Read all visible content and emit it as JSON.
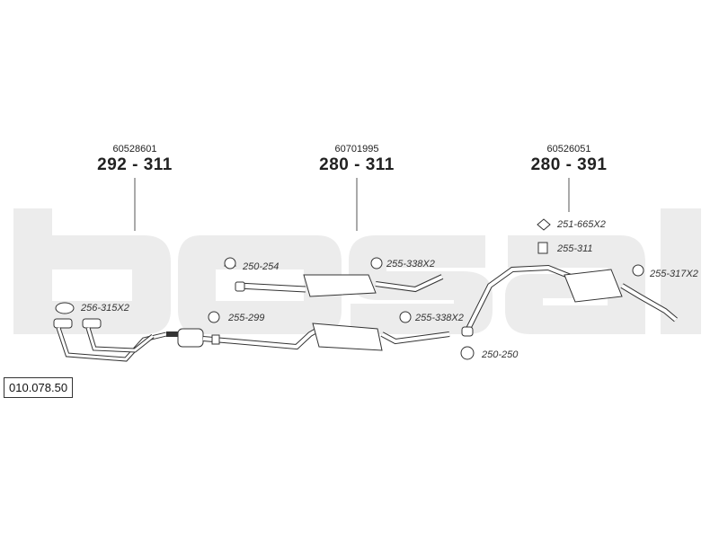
{
  "watermark": "bosal",
  "model_number": "010.078.50",
  "assemblies": [
    {
      "oe": "60528601",
      "range": "292 - 311"
    },
    {
      "oe": "60701995",
      "range": "280 - 311"
    },
    {
      "oe": "60526051",
      "range": "280 - 391"
    }
  ],
  "part_labels": [
    "256-315X2",
    "250-254",
    "255-299",
    "255-338X2",
    "255-338X2",
    "251-665X2",
    "255-311",
    "255-317X2",
    "250-250"
  ],
  "colors": {
    "watermark": "#ececec",
    "line": "#555555",
    "text": "#222222"
  }
}
